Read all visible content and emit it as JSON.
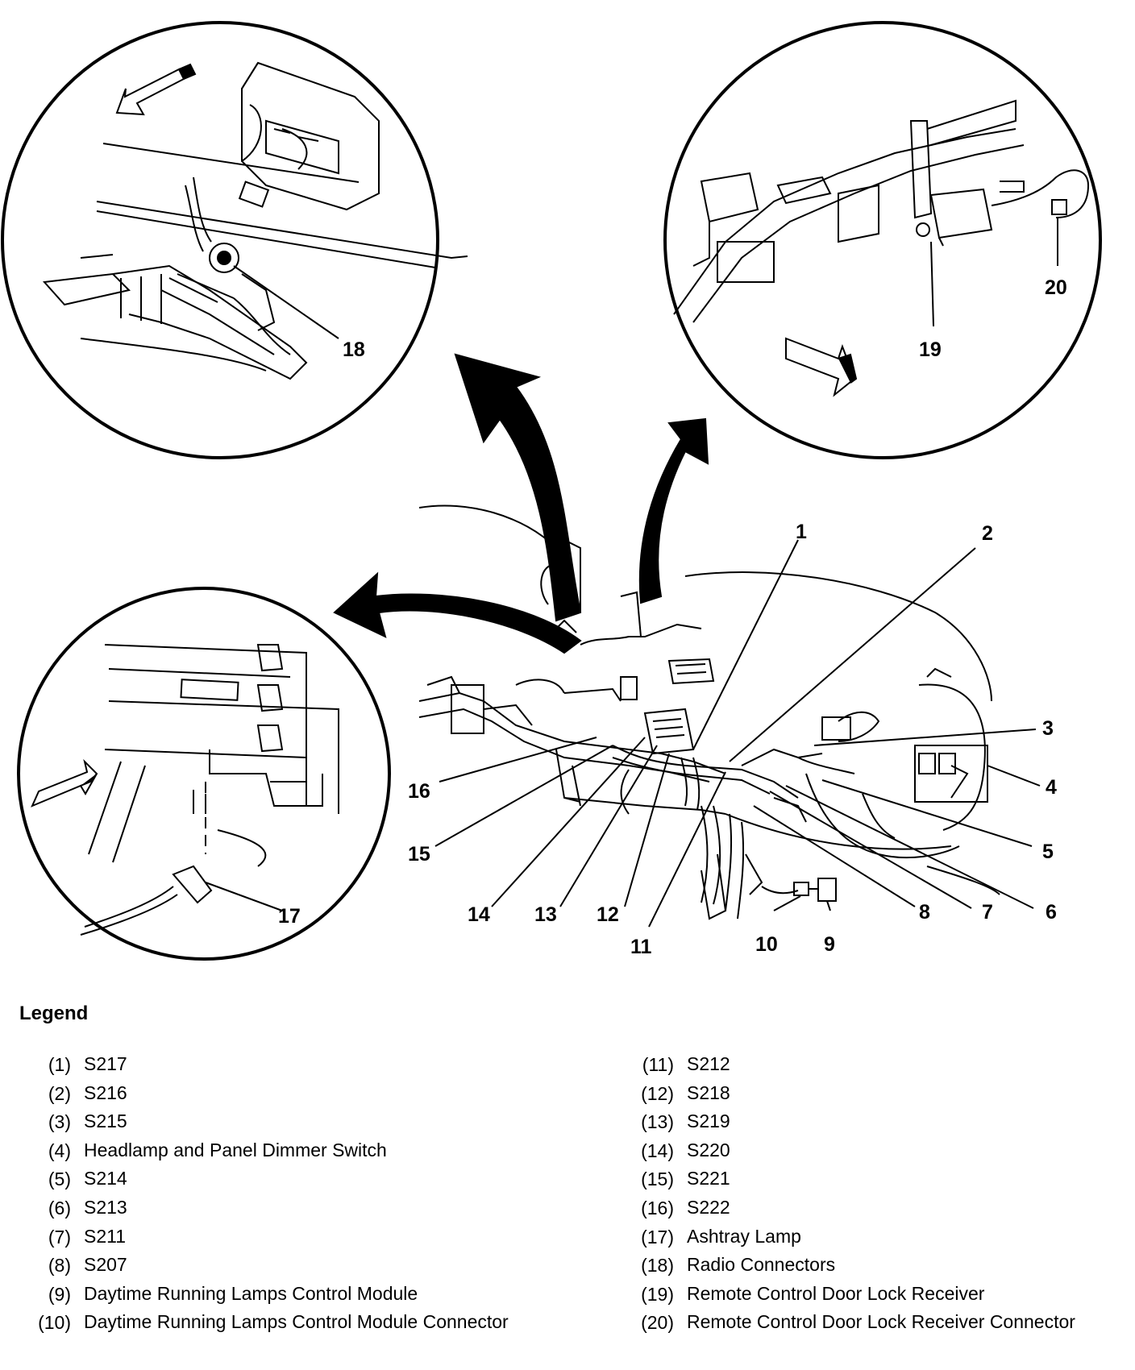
{
  "callouts": [
    "1",
    "2",
    "3",
    "4",
    "5",
    "6",
    "7",
    "8",
    "9",
    "10",
    "11",
    "12",
    "13",
    "14",
    "15",
    "16",
    "17",
    "18",
    "19",
    "20"
  ],
  "legend": {
    "title": "Legend",
    "left": [
      {
        "num": "(1)",
        "text": "S217"
      },
      {
        "num": "(2)",
        "text": "S216"
      },
      {
        "num": "(3)",
        "text": "S215"
      },
      {
        "num": "(4)",
        "text": "Headlamp and Panel Dimmer Switch"
      },
      {
        "num": "(5)",
        "text": "S214"
      },
      {
        "num": "(6)",
        "text": "S213"
      },
      {
        "num": "(7)",
        "text": "S211"
      },
      {
        "num": "(8)",
        "text": "S207"
      },
      {
        "num": "(9)",
        "text": "Daytime Running Lamps Control Module"
      },
      {
        "num": "(10)",
        "text": "Daytime Running Lamps Control Module Connector"
      }
    ],
    "right": [
      {
        "num": "(11)",
        "text": "S212"
      },
      {
        "num": "(12)",
        "text": "S218"
      },
      {
        "num": "(13)",
        "text": "S219"
      },
      {
        "num": "(14)",
        "text": "S220"
      },
      {
        "num": "(15)",
        "text": "S221"
      },
      {
        "num": "(16)",
        "text": "S222"
      },
      {
        "num": "(17)",
        "text": "Ashtray Lamp"
      },
      {
        "num": "(18)",
        "text": "Radio Connectors"
      },
      {
        "num": "(19)",
        "text": "Remote Control Door Lock Receiver"
      },
      {
        "num": "(20)",
        "text": "Remote Control Door Lock Receiver Connector"
      }
    ]
  }
}
